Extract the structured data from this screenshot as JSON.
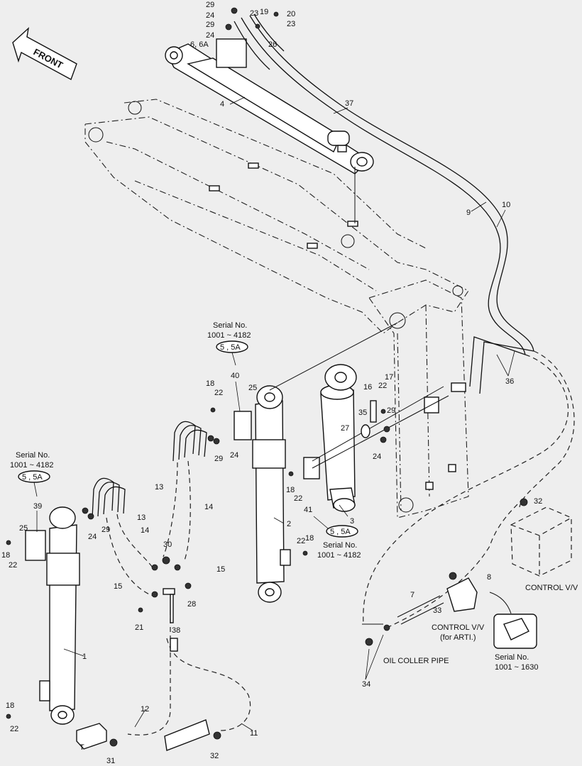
{
  "front_arrow": {
    "label": "FRONT"
  },
  "callouts": {
    "top": [
      "29",
      "24",
      "29",
      "24",
      "6, 6A",
      "23",
      "19",
      "20",
      "23",
      "26",
      "4",
      "37",
      "9",
      "10"
    ],
    "mid": [
      "16",
      "22",
      "17",
      "29",
      "35",
      "27",
      "24",
      "3",
      "41",
      "22",
      "18",
      "36",
      "2",
      "22",
      "18",
      "25",
      "40",
      "22",
      "18",
      "24",
      "29"
    ],
    "left": [
      "39",
      "25",
      "18",
      "22",
      "29",
      "24",
      "13",
      "14",
      "13",
      "14",
      "30",
      "15",
      "15",
      "28",
      "21",
      "38",
      "1",
      "18",
      "22",
      "12",
      "31",
      "11",
      "32",
      "32",
      "8",
      "7",
      "33",
      "34"
    ]
  },
  "serial_boxes": [
    {
      "title": "Serial No.",
      "range": "1001 ~ 4182",
      "ref": "5 , 5A"
    },
    {
      "title": "Serial No.",
      "range": "1001 ~ 4182",
      "ref": "5 , 5A"
    },
    {
      "title": "Serial No.",
      "range": "1001 ~ 4182",
      "ref": "5 , 5A"
    }
  ],
  "labels": {
    "control_vv": "CONTROL V/V",
    "control_vv_arti_1": "CONTROL V/V",
    "control_vv_arti_2": "(for ARTI.)",
    "oil_cooler": "OIL COLLER PIPE",
    "serial_bottom_title": "Serial No.",
    "serial_bottom_range": "1001 ~ 1630",
    "tank_letter": "T"
  }
}
